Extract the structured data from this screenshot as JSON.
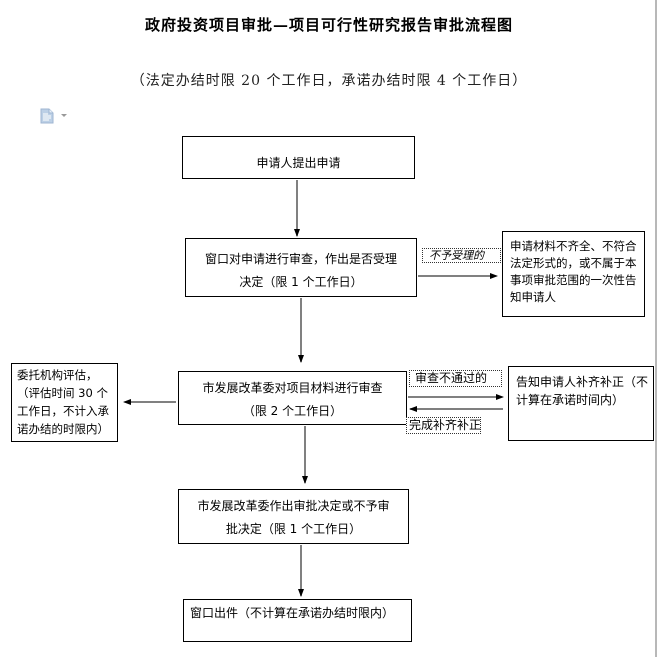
{
  "document": {
    "title": "政府投资项目审批—项目可行性研究报告审批流程图",
    "subtitle": "（法定办结时限 20 个工作日，承诺办结时限 4 个工作日）",
    "toolbar_icon": "document-icon"
  },
  "flow": {
    "step1": {
      "text": "申请人提出申请"
    },
    "step2": {
      "line1": "窗口对申请进行审查，作出是否受理",
      "line2": "决定（限 1 个工作日）"
    },
    "reject_label": "不予受理的",
    "reject_result": {
      "text": "申请材料不齐全、不符合法定形式的，或不属于本事项审批范围的一次性告知申请人"
    },
    "step3": {
      "line1": "市发展改革委对项目材料进行审查",
      "line2": "（限 2 个工作日）"
    },
    "evaluation": {
      "text": "委托机构评估，（评估时间 30 个工作日，不计入承诺办结的时限内）"
    },
    "fail_label": "审查不通过的",
    "supplement_label": "完成补齐补正",
    "supplement_result": {
      "text": "告知申请人补齐补正（不计算在承诺时间内）"
    },
    "step4": {
      "line1": "市发展改革委作出审批决定或不予审",
      "line2": "批决定（限 1 个工作日）"
    },
    "step5": {
      "text": "窗口出件（不计算在承诺办结时限内）"
    }
  },
  "colors": {
    "line": "#000000",
    "arrow_gray": "#555555",
    "edge": "#b8b8b8"
  }
}
